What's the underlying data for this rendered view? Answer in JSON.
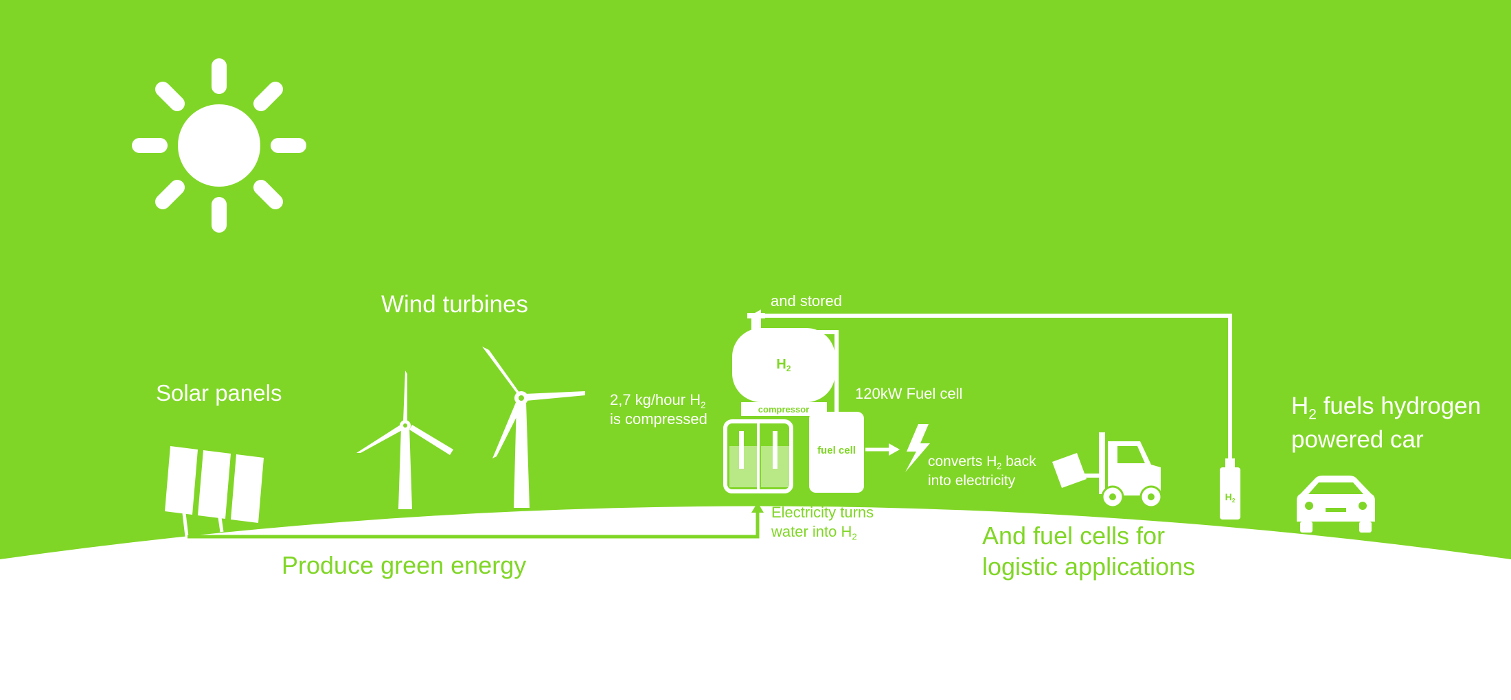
{
  "colors": {
    "background": "#80d626",
    "foreground": "#ffffff",
    "ground_text": "#80d626"
  },
  "labels": {
    "wind_turbines": "Wind turbines",
    "solar_panels": "Solar panels",
    "and_stored": "and stored",
    "compressed_prefix": "2,7 kg/hour H",
    "compressed_sub": "2",
    "compressed_line2": "is compressed",
    "fuel_cell_rating": "120kW Fuel cell",
    "converts_prefix": "converts H",
    "converts_sub": "2",
    "converts_suffix": " back",
    "converts_line2": "into electricity",
    "h2_fuels_prefix": "H",
    "h2_fuels_sub": "2",
    "h2_fuels_suffix": " fuels hydrogen",
    "h2_fuels_line2": "powered car",
    "electricity_line1": "Electricity turns",
    "electricity_line2_prefix": "water into H",
    "electricity_line2_sub": "2",
    "produce_green": "Produce green energy",
    "fuel_cells_line1": "And fuel cells for",
    "fuel_cells_line2": "logistic applications"
  },
  "equipment": {
    "tank_h": "H",
    "tank_sub": "2",
    "compressor": "compressor",
    "fuel_cell": "fuel cell",
    "dispenser_h": "H",
    "dispenser_sub": "2"
  },
  "icons": [
    "sun-icon",
    "solar-panel-icon",
    "wind-turbine-icon",
    "hydrogen-tank-icon",
    "electrolyzer-icon",
    "fuel-cell-icon",
    "lightning-icon",
    "forklift-icon",
    "hydrogen-dispenser-icon",
    "car-icon"
  ]
}
